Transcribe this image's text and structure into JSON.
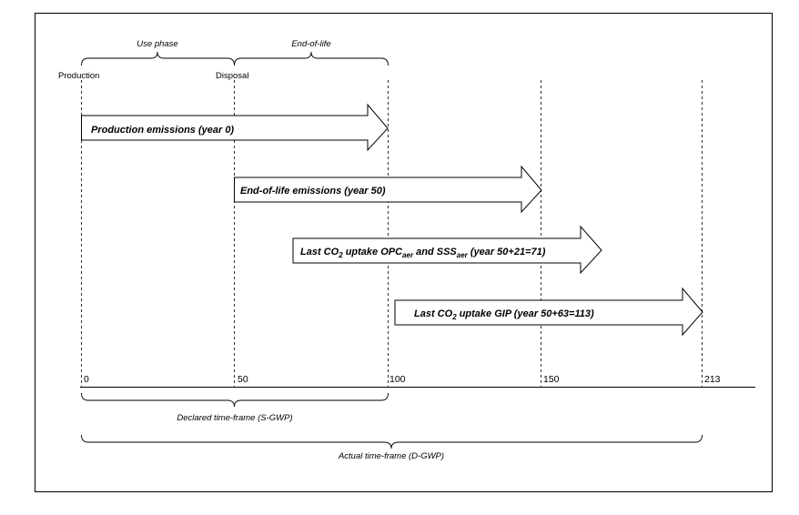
{
  "phases": {
    "use_phase": "Use phase",
    "end_of_life": "End-of-life",
    "production": "Production",
    "disposal": "Disposal"
  },
  "arrows": {
    "production": "Production emissions (year 0)",
    "end_of_life": "End-of-life emissions (year 50)",
    "opc": {
      "prefix": "Last CO",
      "sub1": "2",
      "mid1": " uptake OPC",
      "sub2": "aer",
      "mid2": " and SSS",
      "sub3": "aer",
      "suffix": " (year 50+21=71)"
    },
    "gip": {
      "prefix": "Last CO",
      "sub1": "2",
      "suffix": " uptake GIP (year 50+63=113)"
    }
  },
  "axis": {
    "ticks": [
      "0",
      "50",
      "100",
      "150",
      "213"
    ]
  },
  "timeframes": {
    "declared": "Declared time-frame (S-GWP)",
    "actual": "Actual time-frame (D-GWP)"
  }
}
